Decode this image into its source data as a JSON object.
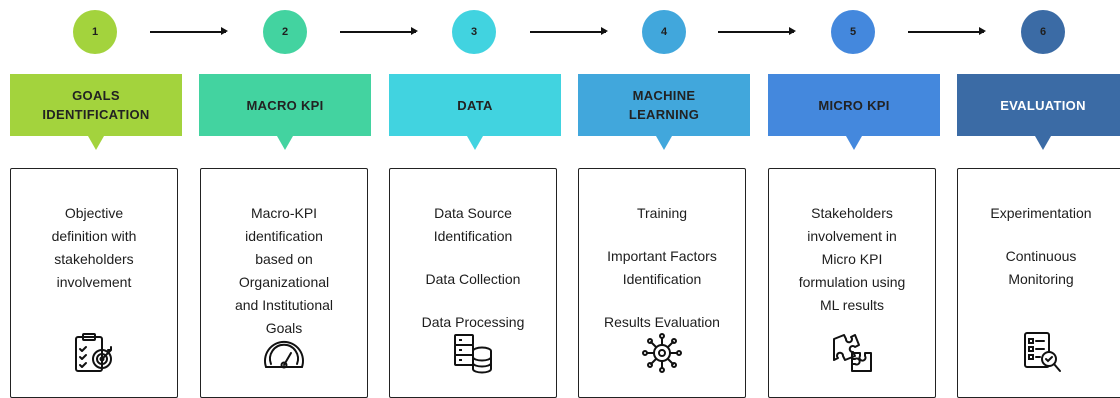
{
  "steps": [
    {
      "number": "1",
      "title": "GOALS\nIDENTIFICATION",
      "color": "#a3d33d",
      "lines": [
        "Objective\ndefinition with\nstakeholders\ninvolvement"
      ],
      "icon": "clipboard-target-icon"
    },
    {
      "number": "2",
      "title": "MACRO KPI",
      "color": "#43d3a0",
      "lines": [
        "Macro-KPI\nidentification\nbased on\nOrganizational\nand Institutional\nGoals"
      ],
      "icon": "gauge-icon"
    },
    {
      "number": "3",
      "title": "DATA",
      "color": "#41d3e0",
      "lines": [
        "Data Source\nIdentification",
        "Data Collection",
        "Data Processing"
      ],
      "icon": "database-server-icon"
    },
    {
      "number": "4",
      "title": "MACHINE\nLEARNING",
      "color": "#41a7dc",
      "lines": [
        "Training",
        "Important Factors\nIdentification",
        "Results Evaluation"
      ],
      "icon": "ai-chip-icon"
    },
    {
      "number": "5",
      "title": "MICRO KPI",
      "color": "#4488dd",
      "lines": [
        "Stakeholders\ninvolvement in\nMicro KPI\nformulation using\nML results"
      ],
      "icon": "puzzle-icon"
    },
    {
      "number": "6",
      "title": "EVALUATION",
      "color": "#3b6ba5",
      "lines": [
        "Experimentation",
        "Continuous\nMonitoring"
      ],
      "icon": "checklist-search-icon"
    }
  ]
}
